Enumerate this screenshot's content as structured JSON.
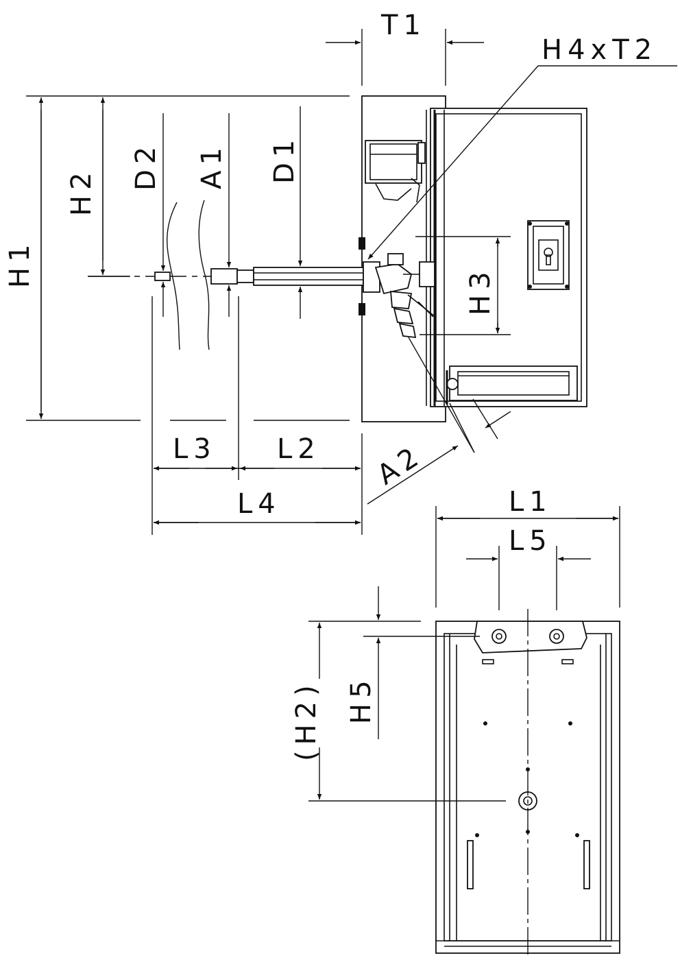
{
  "labels": {
    "t1": "T1",
    "h4xt2": "H4xT2",
    "h1": "H1",
    "h2": "H2",
    "d2": "D2",
    "a1": "A1",
    "d1": "D1",
    "h3": "H3",
    "l3": "L3",
    "l2": "L2",
    "l4": "L4",
    "a2": "A2",
    "l1": "L1",
    "l5": "L5",
    "h5": "H5",
    "h2_paren": "(H2)"
  }
}
